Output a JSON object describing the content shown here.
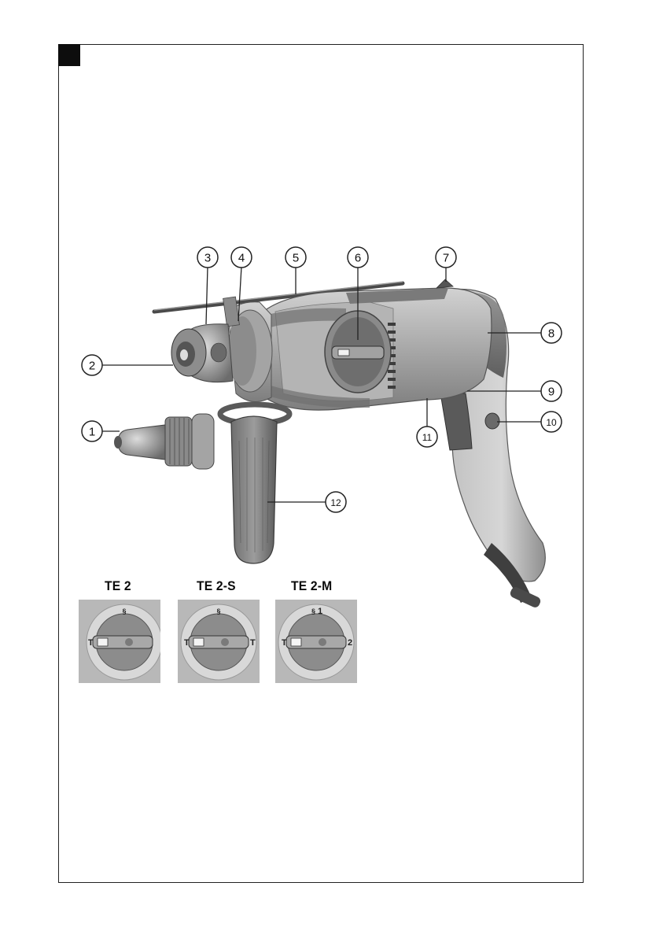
{
  "callouts": [
    {
      "number": "1",
      "label": "①"
    },
    {
      "number": "2",
      "label": "②"
    },
    {
      "number": "3",
      "label": "③"
    },
    {
      "number": "4",
      "label": "④"
    },
    {
      "number": "5",
      "label": "⑤"
    },
    {
      "number": "6",
      "label": "⑥"
    },
    {
      "number": "7",
      "label": "⑦"
    },
    {
      "number": "8",
      "label": "⑧"
    },
    {
      "number": "9",
      "label": "⑨"
    },
    {
      "number": "10",
      "label": "⑩"
    },
    {
      "number": "11",
      "label": "⑪"
    },
    {
      "number": "12",
      "label": "⑫"
    }
  ],
  "models": [
    {
      "title": "TE 2",
      "top": "",
      "left": "T",
      "right": ""
    },
    {
      "title": "TE 2-S",
      "top": "",
      "left": "T",
      "right": "T"
    },
    {
      "title": "TE 2-M",
      "top": "1",
      "left": "T",
      "right": "2"
    }
  ],
  "colors": {
    "body": "#9a9a9a",
    "dark": "#555555",
    "light": "#c8c8c8",
    "frame": "#222222"
  }
}
